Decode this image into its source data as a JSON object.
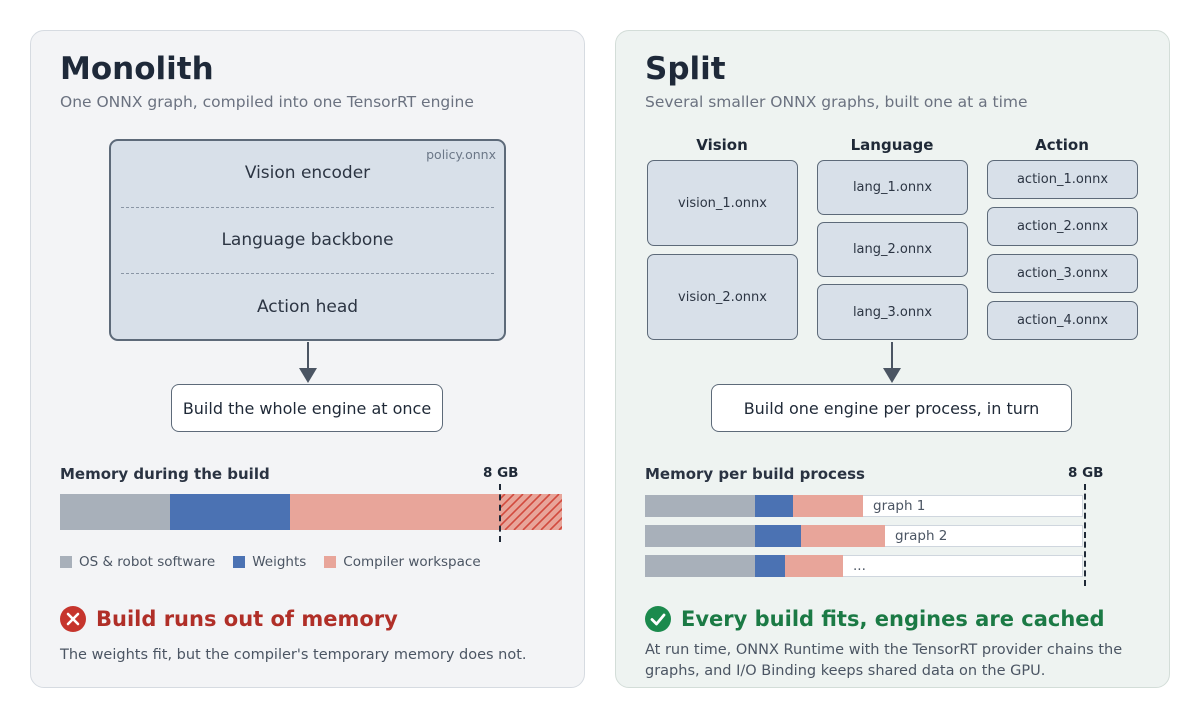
{
  "colors": {
    "os": "#a8b0ba",
    "weights": "#4b72b3",
    "workspace": "#e8a59a",
    "overflow_hatch": "#d24a3e",
    "fail": "#c6352d",
    "fail_text": "#b02f28",
    "success": "#1b8a4d",
    "success_text": "#1b7a45"
  },
  "left": {
    "title": "Monolith",
    "subtitle": "One ONNX graph, compiled into one TensorRT engine",
    "file_label": "policy.onnx",
    "layers": [
      "Vision encoder",
      "Language backbone",
      "Action head"
    ],
    "build_label": "Build the whole engine at once",
    "memory_title": "Memory during the build",
    "limit_label": "8 GB",
    "memory_bar": {
      "limit_fraction": 0.876,
      "os_fraction": 0.219,
      "weights_fraction": 0.239,
      "workspace_fraction": 0.418,
      "overflow_fraction": 0.124
    },
    "legend": [
      {
        "key": "os",
        "label": "OS & robot software"
      },
      {
        "key": "weights",
        "label": "Weights"
      },
      {
        "key": "workspace",
        "label": "Compiler workspace"
      }
    ],
    "status_icon": "x-circle-icon",
    "status": "Build runs out of memory",
    "note": "The weights fit, but the compiler's temporary memory does not."
  },
  "right": {
    "title": "Split",
    "subtitle": "Several smaller ONNX graphs, built one at a time",
    "columns": [
      {
        "name": "Vision",
        "files": [
          "vision_1.onnx",
          "vision_2.onnx"
        ]
      },
      {
        "name": "Language",
        "files": [
          "lang_1.onnx",
          "lang_2.onnx",
          "lang_3.onnx"
        ]
      },
      {
        "name": "Action",
        "files": [
          "action_1.onnx",
          "action_2.onnx",
          "action_3.onnx",
          "action_4.onnx"
        ]
      }
    ],
    "build_label": "Build one engine per process, in turn",
    "memory_title": "Memory per build process",
    "limit_label": "8 GB",
    "bars": [
      {
        "label": "graph 1",
        "os_fraction": 0.25,
        "weights_fraction": 0.086,
        "workspace_fraction": 0.159
      },
      {
        "label": "graph 2",
        "os_fraction": 0.25,
        "weights_fraction": 0.105,
        "workspace_fraction": 0.191
      },
      {
        "label": "...",
        "os_fraction": 0.25,
        "weights_fraction": 0.068,
        "workspace_fraction": 0.132
      }
    ],
    "status_icon": "check-circle-icon",
    "status": "Every build fits, engines are cached",
    "note_lines": [
      "At run time, ONNX Runtime with the TensorRT provider chains the",
      "graphs, and I/O Binding keeps shared data on the GPU."
    ]
  }
}
